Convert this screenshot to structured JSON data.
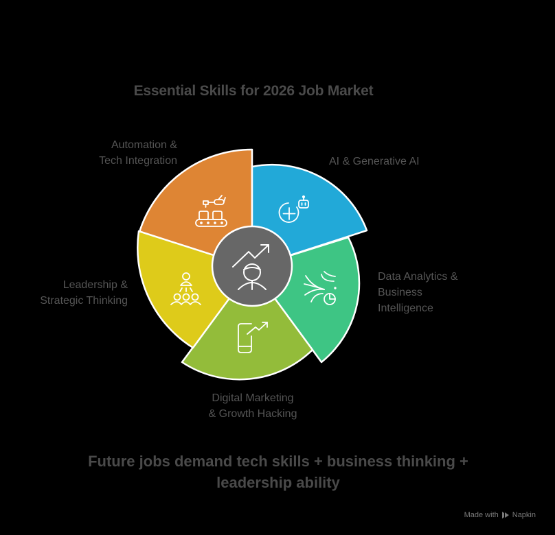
{
  "title": "Essential Skills for 2026 Job Market",
  "center": {
    "icon": "person-growth-chart-icon",
    "color": "#676767"
  },
  "segments": [
    {
      "label_line1": "Automation &",
      "label_line2": "Tech Integration",
      "icon": "robot-arm-conveyor-icon",
      "color": "#DE8534"
    },
    {
      "label_line1": "AI & Generative AI",
      "icon": "ai-robot-plus-icon",
      "color": "#22A9D8"
    },
    {
      "label_line1": "Data Analytics &",
      "label_line2": "Business",
      "label_line3": "Intelligence",
      "icon": "data-flow-pie-chart-icon",
      "color": "#3EC584"
    },
    {
      "label_line1": "Digital Marketing",
      "label_line2": "& Growth Hacking",
      "icon": "phone-growth-arrow-icon",
      "color": "#93BC3A"
    },
    {
      "label_line1": "Leadership &",
      "label_line2": "Strategic Thinking",
      "icon": "leader-team-icon",
      "color": "#DECB1A"
    }
  ],
  "summary": {
    "line1": "Future jobs demand tech skills + business thinking +",
    "line2": "leadership ability"
  },
  "footer": {
    "made_with": "Made with",
    "brand": "Napkin"
  }
}
